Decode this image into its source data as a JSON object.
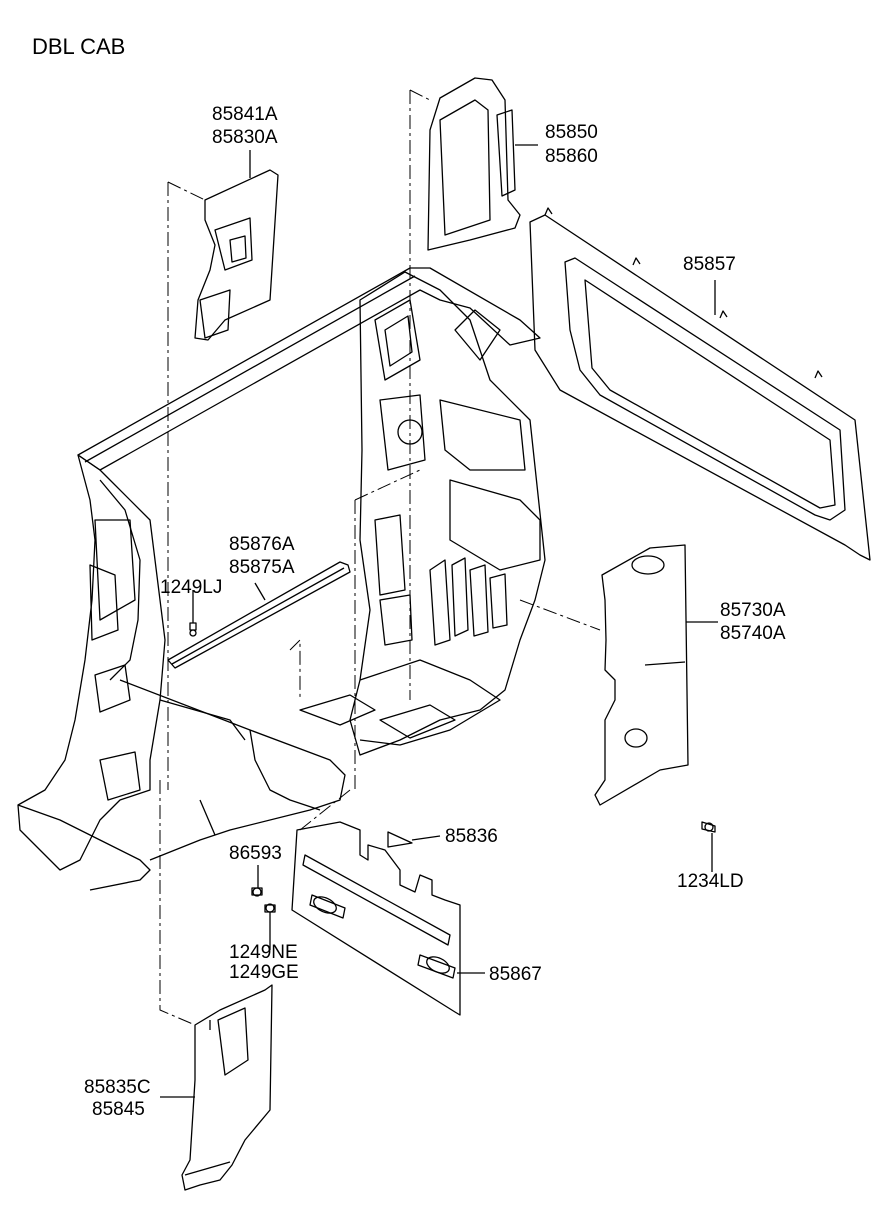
{
  "title": "DBL CAB",
  "part_labels": {
    "p85841A": "85841A",
    "p85830A": "85830A",
    "p85850": "85850",
    "p85860": "85860",
    "p85857": "85857",
    "p85876A": "85876A",
    "p85875A": "85875A",
    "p1249LJ": "1249LJ",
    "p85730A": "85730A",
    "p85740A": "85740A",
    "p85836": "85836",
    "p86593": "86593",
    "p1234LD": "1234LD",
    "p1249NE": "1249NE",
    "p1249GE": "1249GE",
    "p85867": "85867",
    "p85835C": "85835C",
    "p85845": "85845"
  }
}
